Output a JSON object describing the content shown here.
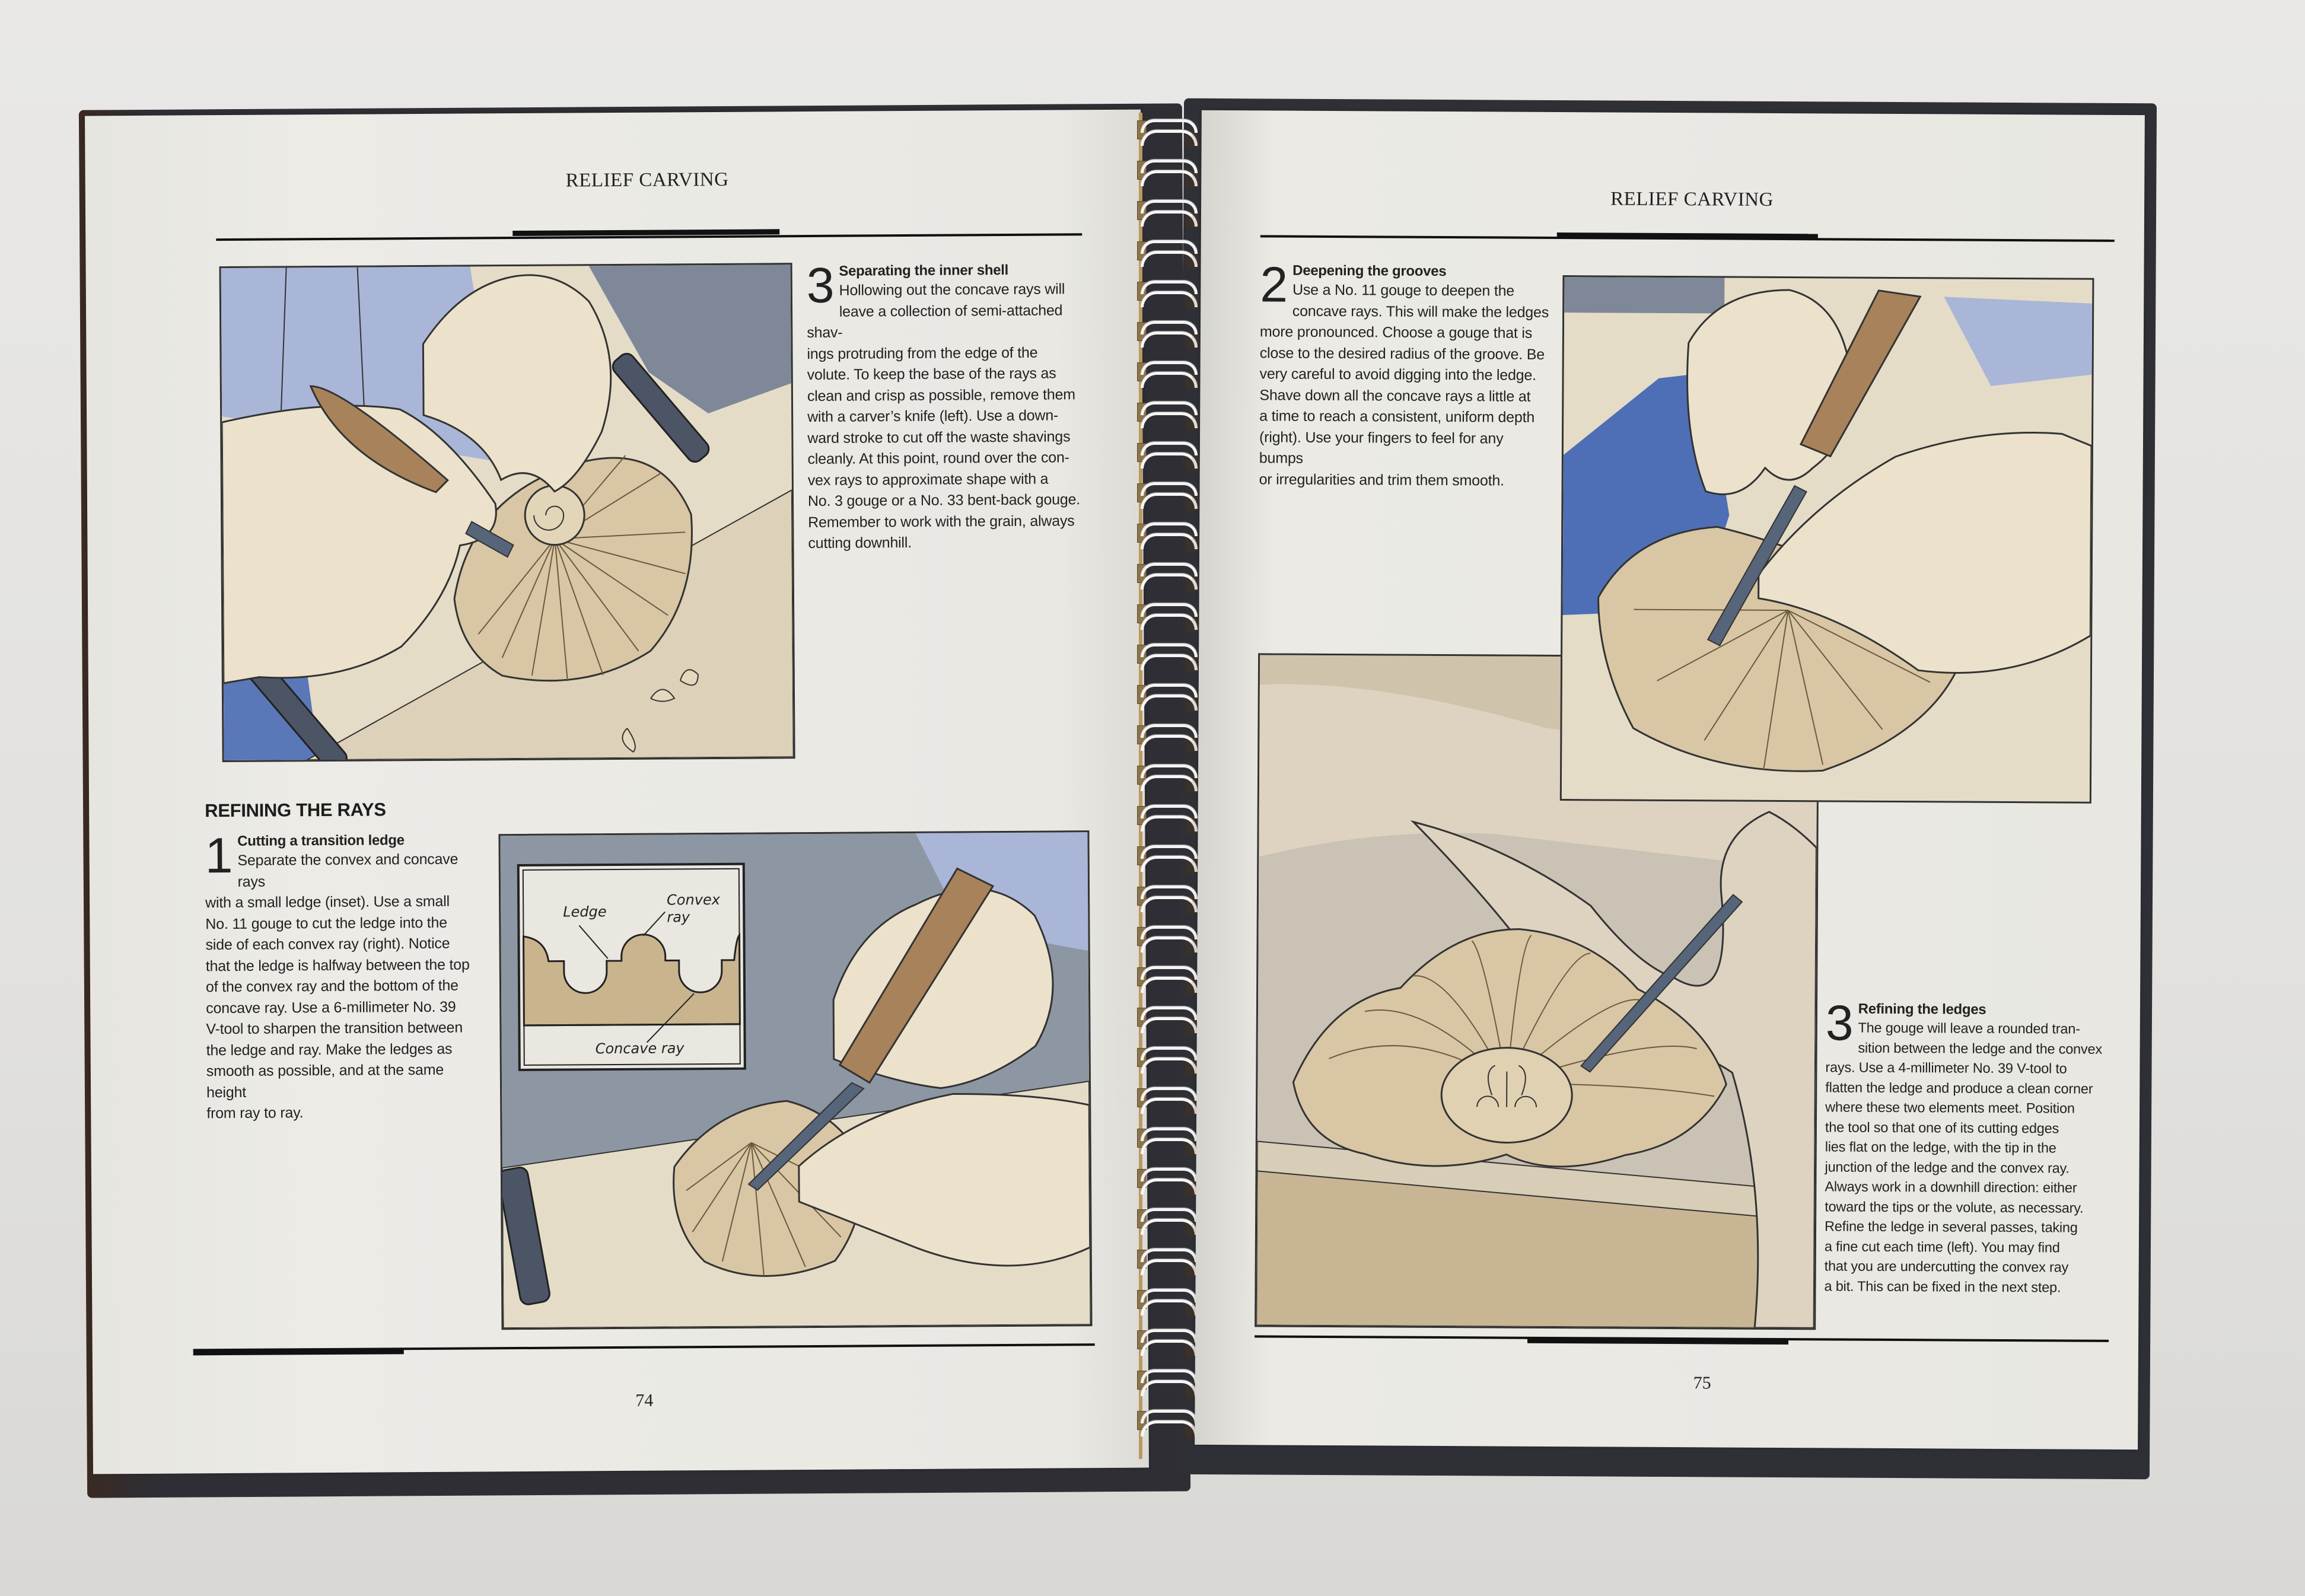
{
  "book": {
    "left_page": {
      "running_head": "RELIEF CARVING",
      "folio": "74",
      "steps": [
        {
          "number": "3",
          "title": "Separating the inner shell",
          "body": "Hollowing out the concave rays will leave a collection of semi-attached shavings protruding from the edge of the volute. To keep the base of the rays as clean and crisp as possible, remove them with a carver's knife (left). Use a downward stroke to cut off the waste shavings cleanly. At this point, round over the convex rays to approximate shape with a No. 3 gouge or a No. 33 bent-back gouge. Remember to work with the grain, always cutting downhill.",
          "lines": [
            "Hollowing out the concave rays will",
            "leave a collection of semi-attached shav-",
            "ings protruding from the edge of the",
            "volute. To keep the base of the rays as",
            "clean and crisp as possible, remove them",
            "with a carver’s knife (left). Use a down-",
            "ward stroke to cut off the waste shavings",
            "cleanly. At this point, round over the con-",
            "vex rays to approximate shape with a",
            "No. 3 gouge or a No. 33 bent-back gouge.",
            "Remember to work with the grain, always",
            "cutting downhill."
          ]
        }
      ],
      "section": {
        "heading": "REFINING THE RAYS",
        "steps": [
          {
            "number": "1",
            "title": "Cutting a transition ledge",
            "lines": [
              "Separate the convex and concave rays",
              "with a small ledge (inset). Use a small",
              "No. 11 gouge to cut the ledge into the",
              "side of each convex ray (right). Notice",
              "that the ledge is halfway between the top",
              "of the convex ray and the bottom of the",
              "concave ray. Use a 6-millimeter No. 39",
              "V-tool to sharpen the transition between",
              "the ledge and ray. Make the ledges as",
              "smooth as possible, and at the same height",
              "from ray to ray."
            ]
          }
        ]
      },
      "illustrations": [
        {
          "id": "knife-trimming-shell",
          "caption_ref": "left"
        },
        {
          "id": "gouge-cutting-ledge",
          "caption_ref": "right",
          "inset": {
            "labels": {
              "ledge": "Ledge",
              "convex": "Convex",
              "convex2": "ray",
              "concave": "Concave ray"
            }
          }
        }
      ]
    },
    "right_page": {
      "running_head": "RELIEF CARVING",
      "folio": "75",
      "steps": [
        {
          "number": "2",
          "title": "Deepening the grooves",
          "lines": [
            "Use a No. 11 gouge to deepen the",
            "concave rays. This will make the ledges",
            "more pronounced. Choose a gouge that is",
            "close to the desired radius of the groove. Be",
            "very careful to avoid digging into the ledge.",
            "Shave down all the concave rays a little at",
            "a time to reach a consistent, uniform depth",
            "(right). Use your fingers to feel for any bumps",
            "or irregularities and trim them smooth."
          ]
        },
        {
          "number": "3",
          "title": "Refining the ledges",
          "lines": [
            "The gouge will leave a rounded tran-",
            "sition between the ledge and the convex",
            "rays. Use a 4-millimeter No. 39 V-tool to",
            "flatten the ledge and produce a clean corner",
            "where these two elements meet. Position",
            "the tool so that one of its cutting edges",
            "lies flat on the ledge, with the tip in the",
            "junction of the ledge and the convex ray.",
            "Always work in a downhill direction: either",
            "toward the tips or the volute, as necessary.",
            "Refine the ledge in several passes, taking",
            "a fine cut each time (left). You may find",
            "that you are undercutting the convex ray",
            "a bit. This can be fixed in the next step."
          ]
        }
      ],
      "illustrations": [
        {
          "id": "gouge-deepening-grooves",
          "caption_ref": "right"
        },
        {
          "id": "v-tool-refining-ledge",
          "caption_ref": "left"
        }
      ]
    }
  },
  "colors": {
    "paper": "#ecebe6",
    "ink": "#222222",
    "wood": "#d8c6a4",
    "wood_dark": "#c2ab82",
    "skin": "#ece2cc",
    "shirt_blue": "#5a78b8",
    "light_blue": "#a9b7d8",
    "slate": "#7f8a99",
    "clamp": "#4b5566",
    "handle": "#a8825a",
    "cover": "#2f3036"
  }
}
